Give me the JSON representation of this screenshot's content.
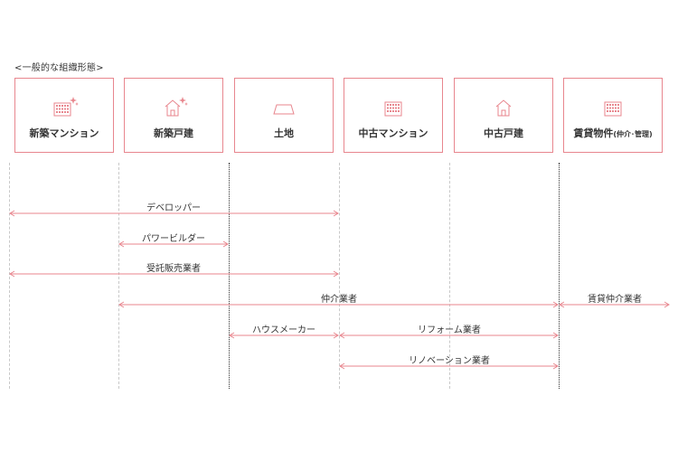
{
  "heading": "<一般的な組織形態>",
  "colors": {
    "accent": "#e8868e",
    "text": "#333333",
    "guide": "#c8c8c8"
  },
  "categories": [
    {
      "label": "新築マンション",
      "icon": "building-sparkle-icon"
    },
    {
      "label": "新築戸建",
      "icon": "house-sparkle-icon"
    },
    {
      "label": "土地",
      "icon": "land-icon"
    },
    {
      "label": "中古マンション",
      "icon": "building-icon"
    },
    {
      "label": "中古戸建",
      "icon": "house-icon"
    },
    {
      "label": "賃貸物件",
      "label_suffix": "(仲介･管理)",
      "icon": "building-icon"
    }
  ],
  "lanes": [
    {
      "label": "デベロッパー",
      "from": "新築マンション",
      "to": "中古マンション"
    },
    {
      "label": "パワービルダー",
      "from": "新築戸建",
      "to": "土地"
    },
    {
      "label": "受託販売業者",
      "from": "新築マンション",
      "to": "中古マンション"
    },
    {
      "label": "仲介業者",
      "from": "新築戸建",
      "to": "賃貸物件"
    },
    {
      "label": "賃貸仲介業者",
      "from": "賃貸物件",
      "to": "賃貸物件"
    },
    {
      "label": "ハウスメーカー",
      "from": "土地",
      "to": "中古マンション"
    },
    {
      "label": "リフォーム業者",
      "from": "中古マンション",
      "to": "賃貸物件"
    },
    {
      "label": "リノベーション業者",
      "from": "中古マンション",
      "to": "賃貸物件"
    }
  ]
}
